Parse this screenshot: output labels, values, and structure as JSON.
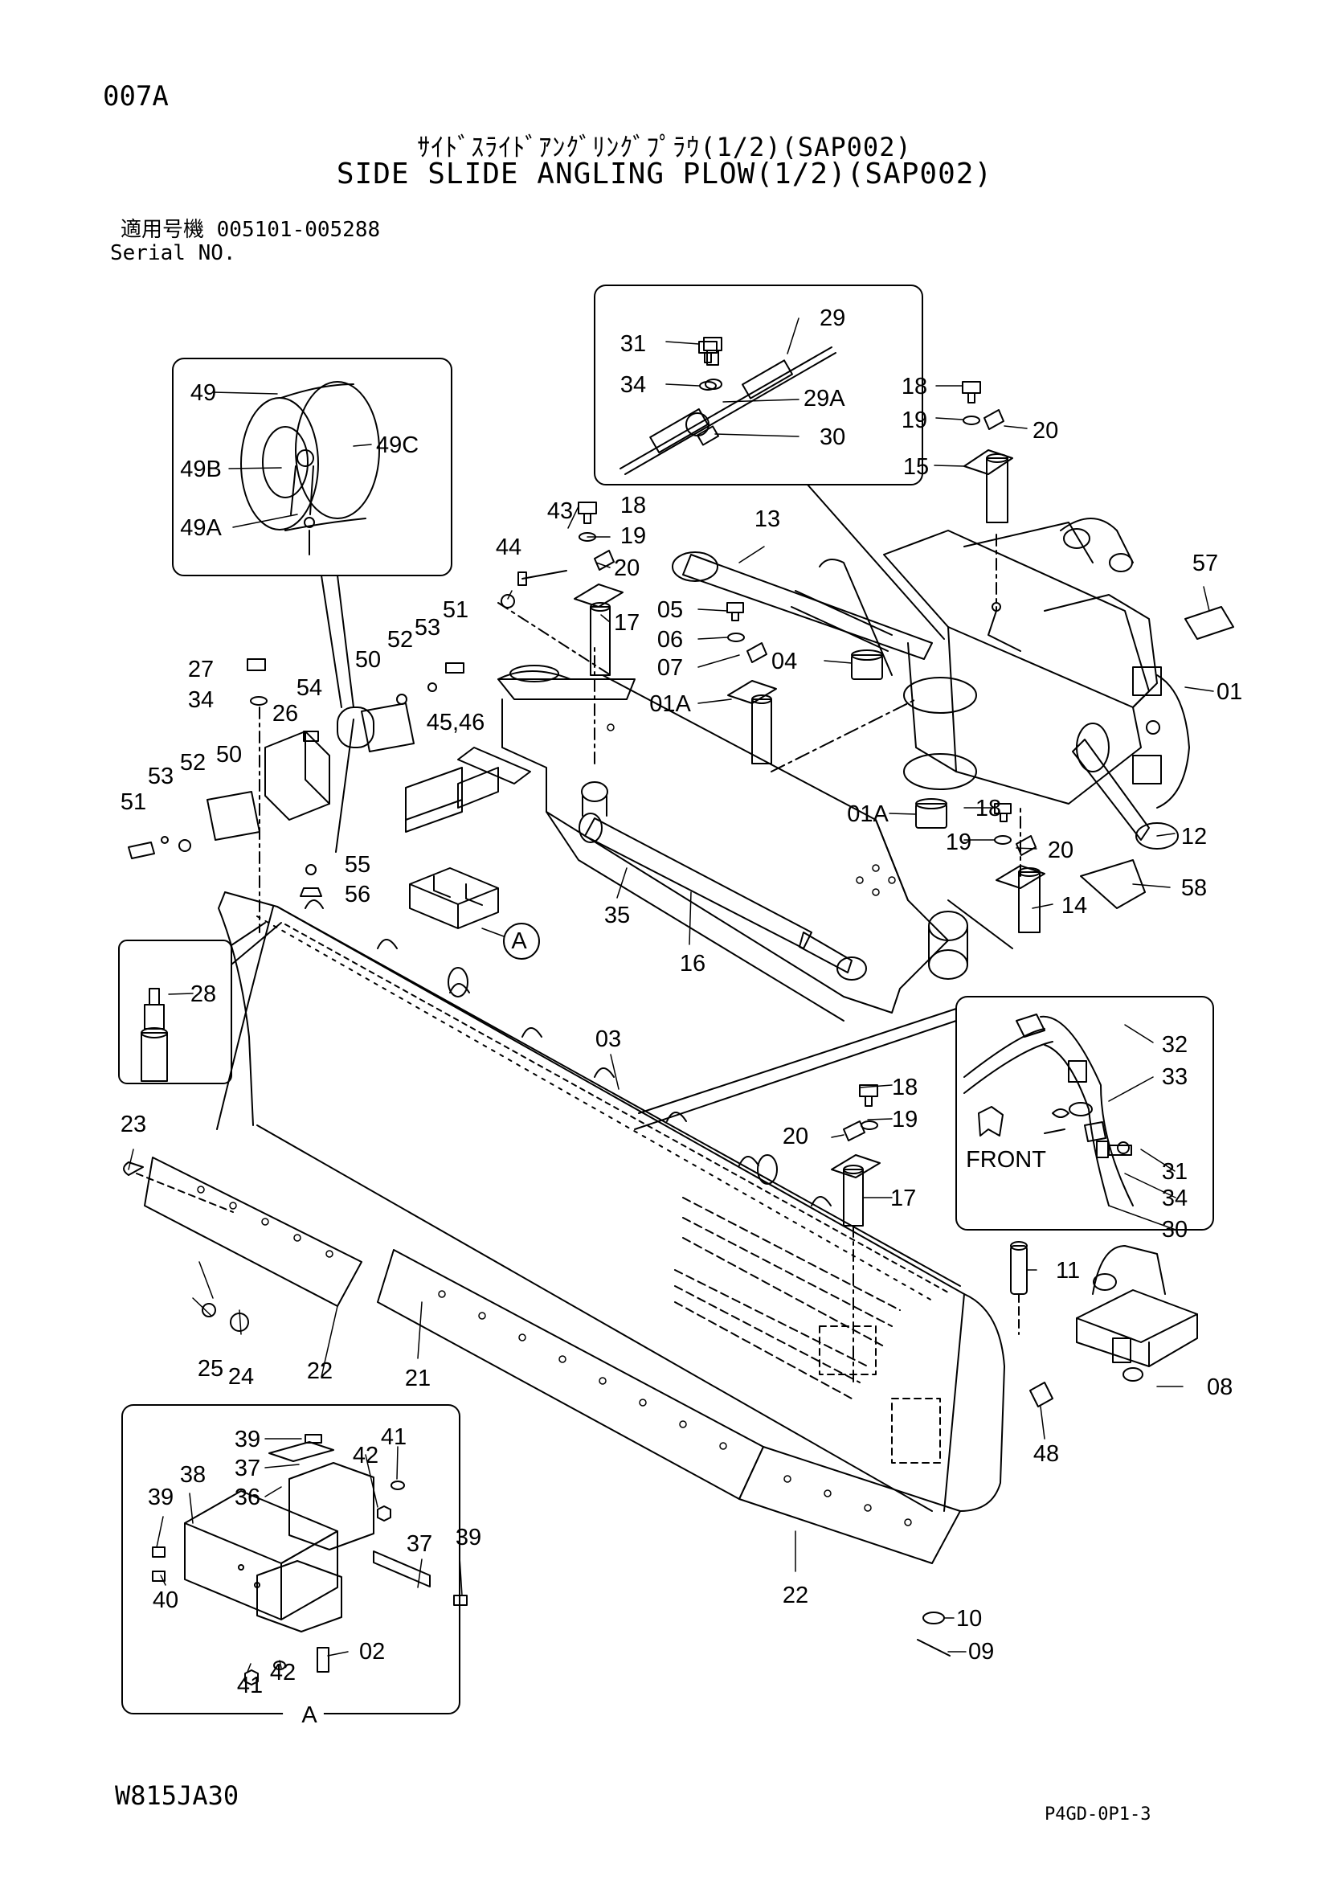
{
  "header": {
    "page_code": "007A",
    "title_jp": "ｻｲﾄﾞｽﾗｲﾄﾞｱﾝｸﾞﾘﾝｸﾞﾌﾟﾗｳ(1/2)(SAP002)",
    "title_en": "SIDE SLIDE ANGLING PLOW(1/2)(SAP002)",
    "serial_jp": "適用号機 005101-005288",
    "serial_en": "Serial NO."
  },
  "footer": {
    "drawing_no": "W815JA30",
    "sheet_ref": "P4GD-0P1-3"
  },
  "diagram": {
    "callouts": [
      "31",
      "29",
      "34",
      "29A",
      "30",
      "18",
      "19",
      "20",
      "15",
      "49",
      "49C",
      "49B",
      "49A",
      "43",
      "18",
      "19",
      "20",
      "44",
      "17",
      "13",
      "57",
      "05",
      "06",
      "07",
      "01A",
      "04",
      "01",
      "51",
      "53",
      "52",
      "50",
      "27",
      "34",
      "54",
      "26",
      "45,46",
      "52",
      "50",
      "53",
      "51",
      "55",
      "56",
      "A",
      "01A",
      "18",
      "19",
      "20",
      "12",
      "58",
      "14",
      "35",
      "16",
      "28",
      "03",
      "32",
      "33",
      "18",
      "19",
      "20",
      "17",
      "31",
      "34",
      "30",
      "FRONT",
      "23",
      "11",
      "08",
      "25",
      "24",
      "22",
      "21",
      "48",
      "39",
      "41",
      "37",
      "42",
      "38",
      "36",
      "39",
      "37",
      "39",
      "40",
      "02",
      "41",
      "42",
      "22",
      "10",
      "09",
      "A"
    ]
  },
  "colors": {
    "ink": "#000000",
    "paper": "#ffffff"
  }
}
